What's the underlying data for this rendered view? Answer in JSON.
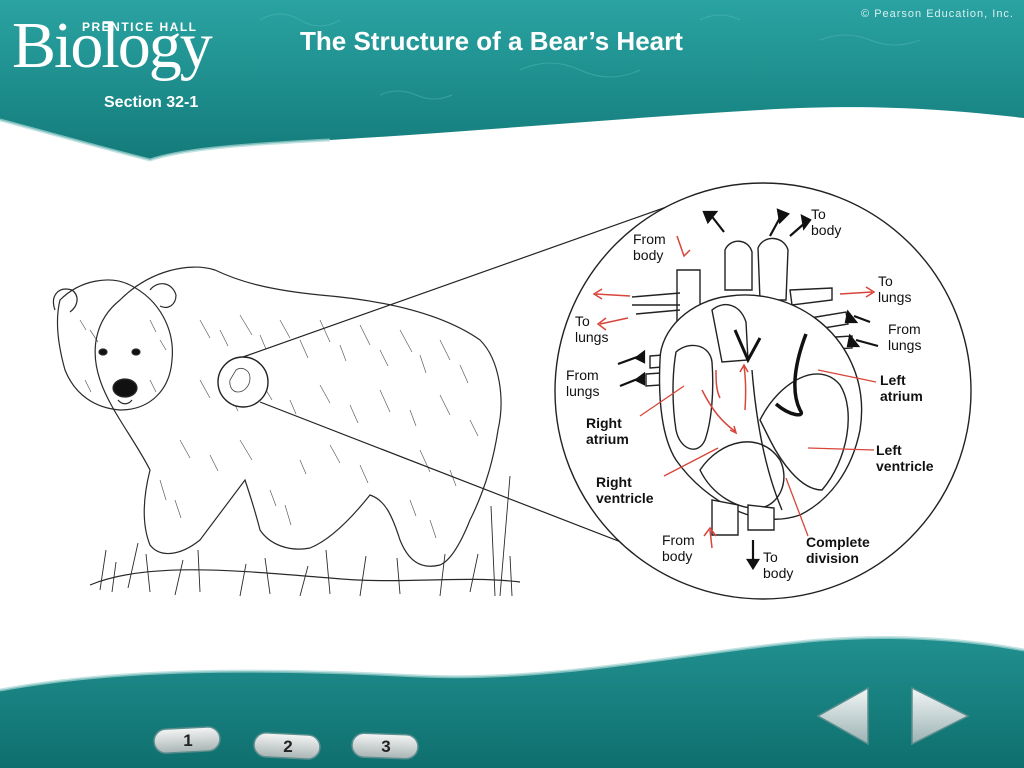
{
  "header": {
    "brand_small": "PRENTICE HALL",
    "brand_big": "Biology",
    "copyright": "© Pearson Education, Inc.",
    "title": "The Structure of a Bear’s Heart",
    "section": "Section 32-1"
  },
  "diagram": {
    "labels": {
      "from_body_top": "From\nbody",
      "to_body_top": "To\nbody",
      "to_lungs_right": "To\nlungs",
      "from_lungs_right": "From\nlungs",
      "to_lungs_left": "To\nlungs",
      "from_lungs_left": "From\nlungs",
      "right_atrium": "Right\natrium",
      "left_atrium": "Left\natrium",
      "left_ventricle": "Left\nventricle",
      "right_ventricle": "Right\nventricle",
      "complete_division": "Complete\ndivision",
      "from_body_bottom": "From\nbody",
      "to_body_bottom": "To\nbody"
    }
  },
  "nav": {
    "buttons": [
      "1",
      "2",
      "3"
    ]
  },
  "colors": {
    "teal": "#1c8e8d",
    "teal_dark": "#0f6c6c",
    "arrow_red": "#d8453a"
  }
}
